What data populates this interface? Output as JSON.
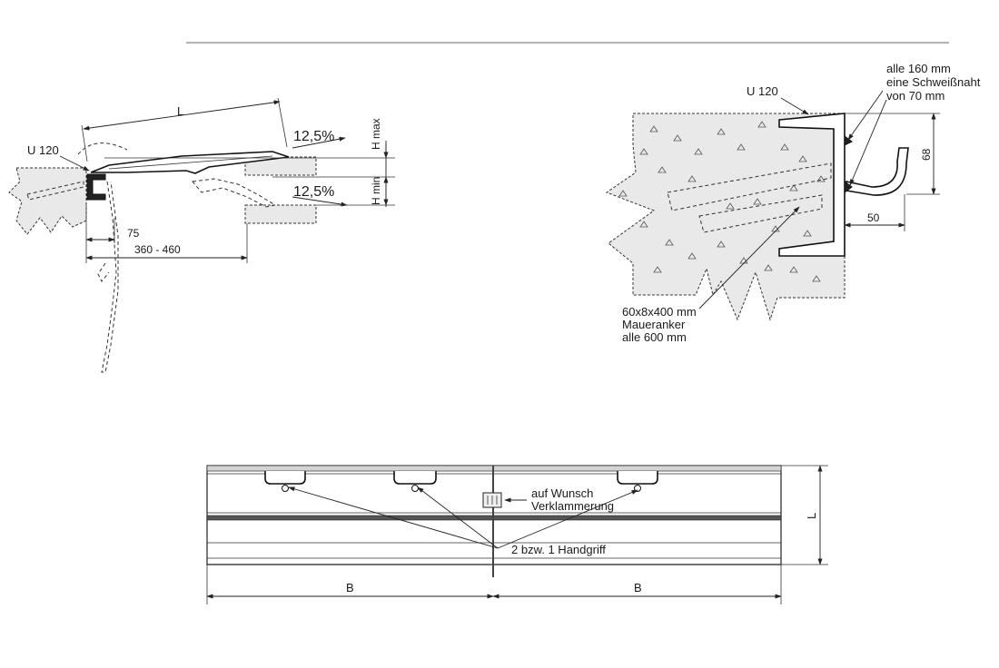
{
  "side_section": {
    "profile_label": "U 120",
    "length_label": "L",
    "slope_upper": "12,5%",
    "slope_lower": "12,5%",
    "h_max_label": "H max",
    "h_min_label": "H min",
    "dim_75": "75",
    "dim_range": "360 - 460"
  },
  "detail_section": {
    "profile_label": "U 120",
    "weld_note": [
      "alle 160 mm",
      "eine Schweißnaht",
      "von 70 mm"
    ],
    "dim_68": "68",
    "dim_50": "50",
    "anchor_note": [
      "60x8x400 mm",
      "Maueranker",
      "alle 600 mm"
    ]
  },
  "plan_view": {
    "clamp_note": [
      "auf Wunsch",
      "Verklammerung"
    ],
    "handle_note": "2 bzw. 1 Handgriff",
    "width_label_left": "B",
    "width_label_right": "B",
    "length_label": "L"
  }
}
